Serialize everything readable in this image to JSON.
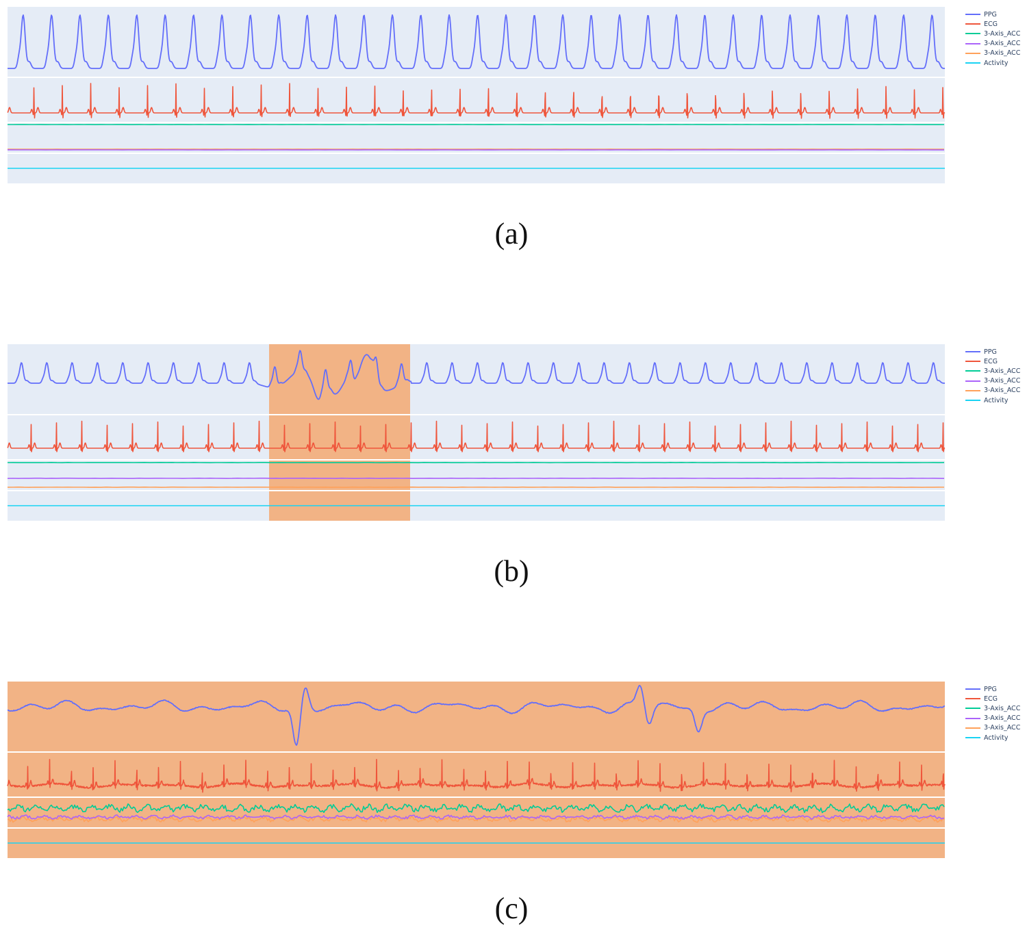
{
  "colors": {
    "panel_bg": "#e5ecf6",
    "highlight": "#f2b385",
    "divider": "#ffffff",
    "PPG": "#636efa",
    "ECG": "#ef553b",
    "ACC_x": "#00cc96",
    "ACC_y": "#ab63fa",
    "ACC_z": "#ffa15a",
    "Activity": "#19d3f3"
  },
  "legend": [
    {
      "label": "PPG",
      "color": "#636efa"
    },
    {
      "label": "ECG",
      "color": "#ef553b"
    },
    {
      "label": "3-Axis_ACC",
      "color": "#00cc96"
    },
    {
      "label": "3-Axis_ACC",
      "color": "#ab63fa"
    },
    {
      "label": "3-Axis_ACC",
      "color": "#ffa15a"
    },
    {
      "label": "Activity",
      "color": "#19d3f3"
    }
  ],
  "chart_data": [
    {
      "type": "line",
      "title": "(a)",
      "caption": "(a)",
      "description": "Clean signal segment: regular PPG pulses and ECG beats, flat accelerometer and activity traces",
      "top": 10,
      "x_range": [
        11,
        1380
      ],
      "highlight": [],
      "subplots": [
        {
          "name": "PPG",
          "y_range": [
            10,
            112
          ],
          "series": [
            "PPG"
          ]
        },
        {
          "name": "ECG",
          "y_range": [
            114,
            178
          ],
          "series": [
            "ECG"
          ]
        },
        {
          "name": "ACC",
          "y_range": [
            180,
            223
          ],
          "series": [
            "3-Axis_ACC (x)",
            "3-Axis_ACC (y)",
            "3-Axis_ACC (z)"
          ]
        },
        {
          "name": "Activity",
          "y_range": [
            225,
            268
          ],
          "series": [
            "Activity"
          ]
        }
      ],
      "ppg": {
        "beats": 33,
        "peak_y": 22,
        "trough_y": 100,
        "noise": 0
      },
      "ecg": {
        "beats": 33,
        "baseline_y": 165,
        "r_peak_y": 121,
        "noise": 0
      },
      "acc": {
        "x_level": 182,
        "y_level": 219,
        "z_level": 218,
        "noise": 0.3
      },
      "activity_level": 246,
      "legend_top": 14
    },
    {
      "type": "line",
      "title": "(b)",
      "caption": "(b)",
      "description": "Mostly clean segment with a short PPG motion-artifact window highlighted in orange",
      "top": 503,
      "x_range": [
        11,
        1380
      ],
      "highlight": [
        [
          393,
          599
        ]
      ],
      "subplots": [
        {
          "name": "PPG",
          "y_range": [
            503,
            605
          ],
          "series": [
            "PPG"
          ]
        },
        {
          "name": "ECG",
          "y_range": [
            607,
            671
          ],
          "series": [
            "ECG"
          ]
        },
        {
          "name": "ACC",
          "y_range": [
            673,
            716
          ],
          "series": [
            "3-Axis_ACC (x)",
            "3-Axis_ACC (y)",
            "3-Axis_ACC (z)"
          ]
        },
        {
          "name": "Activity",
          "y_range": [
            718,
            761
          ],
          "series": [
            "Activity"
          ]
        }
      ],
      "ppg": {
        "beats": 37,
        "peak_y": 530,
        "trough_y": 560,
        "noise": 0
      },
      "ecg": {
        "beats": 37,
        "baseline_y": 655,
        "r_peak_y": 612,
        "noise": 0
      },
      "acc": {
        "x_level": 676,
        "y_level": 699,
        "z_level": 712,
        "noise": 0.4
      },
      "activity_level": 739,
      "legend_top": 507
    },
    {
      "type": "line",
      "title": "(c)",
      "caption": "(c)",
      "description": "Entire segment highlighted in orange: noisy PPG with large artifacts, noisy ECG, active accelerometer",
      "top": 996,
      "x_range": [
        11,
        1380
      ],
      "highlight": [
        [
          11,
          1380
        ]
      ],
      "subplots": [
        {
          "name": "PPG",
          "y_range": [
            996,
            1098
          ],
          "series": [
            "PPG"
          ]
        },
        {
          "name": "ECG",
          "y_range": [
            1100,
            1164
          ],
          "series": [
            "ECG"
          ]
        },
        {
          "name": "ACC",
          "y_range": [
            1166,
            1209
          ],
          "series": [
            "3-Axis_ACC (x)",
            "3-Axis_ACC (y)",
            "3-Axis_ACC (z)"
          ]
        },
        {
          "name": "Activity",
          "y_range": [
            1211,
            1254
          ],
          "series": [
            "Activity"
          ]
        }
      ],
      "ppg": {
        "beats": 40,
        "baseline_y": 1033,
        "artifacts": [
          {
            "x": 435,
            "depth": 58,
            "rise": -30
          },
          {
            "x": 937,
            "depth": -30,
            "rise": 25
          },
          {
            "x": 1022,
            "depth": 32,
            "rise": 0
          }
        ],
        "noise": 1
      },
      "ecg": {
        "beats": 43,
        "baseline_y": 1148,
        "r_peak_y": 1108,
        "noise": 1
      },
      "acc": {
        "x_level": 1181,
        "y_level": 1194,
        "z_level": 1197,
        "noise": 1
      },
      "activity_level": 1232,
      "legend_top": 1000
    }
  ],
  "captions": {
    "a": "(a)",
    "b": "(b)",
    "c": "(c)"
  }
}
